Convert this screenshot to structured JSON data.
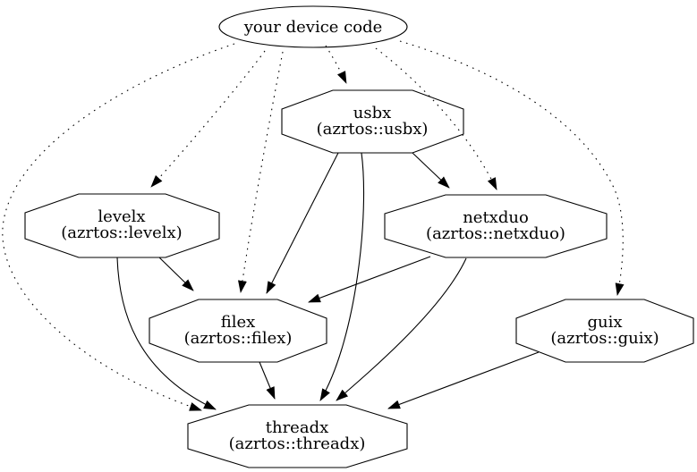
{
  "diagram": {
    "type": "dependency-graph",
    "colors": {
      "background": "#ffffff",
      "node_stroke": "#000000",
      "edge_stroke": "#000000",
      "text": "#000000"
    },
    "nodes": {
      "device": {
        "shape": "ellipse",
        "label": "your device code"
      },
      "usbx": {
        "shape": "octagon",
        "name": "usbx",
        "package": "(azrtos::usbx)"
      },
      "levelx": {
        "shape": "octagon",
        "name": "levelx",
        "package": "(azrtos::levelx)"
      },
      "netxduo": {
        "shape": "octagon",
        "name": "netxduo",
        "package": "(azrtos::netxduo)"
      },
      "filex": {
        "shape": "octagon",
        "name": "filex",
        "package": "(azrtos::filex)"
      },
      "guix": {
        "shape": "octagon",
        "name": "guix",
        "package": "(azrtos::guix)"
      },
      "threadx": {
        "shape": "octagon",
        "name": "threadx",
        "package": "(azrtos::threadx)"
      }
    },
    "edges": [
      {
        "from": "your device code",
        "to": "usbx",
        "style": "dotted"
      },
      {
        "from": "your device code",
        "to": "levelx",
        "style": "dotted"
      },
      {
        "from": "your device code",
        "to": "netxduo",
        "style": "dotted"
      },
      {
        "from": "your device code",
        "to": "filex",
        "style": "dotted"
      },
      {
        "from": "your device code",
        "to": "guix",
        "style": "dotted"
      },
      {
        "from": "your device code",
        "to": "threadx",
        "style": "dotted"
      },
      {
        "from": "usbx",
        "to": "netxduo",
        "style": "solid"
      },
      {
        "from": "usbx",
        "to": "filex",
        "style": "solid"
      },
      {
        "from": "usbx",
        "to": "threadx",
        "style": "solid"
      },
      {
        "from": "levelx",
        "to": "filex",
        "style": "solid"
      },
      {
        "from": "levelx",
        "to": "threadx",
        "style": "solid"
      },
      {
        "from": "netxduo",
        "to": "filex",
        "style": "solid"
      },
      {
        "from": "netxduo",
        "to": "threadx",
        "style": "solid"
      },
      {
        "from": "filex",
        "to": "threadx",
        "style": "solid"
      },
      {
        "from": "guix",
        "to": "threadx",
        "style": "solid"
      }
    ]
  }
}
